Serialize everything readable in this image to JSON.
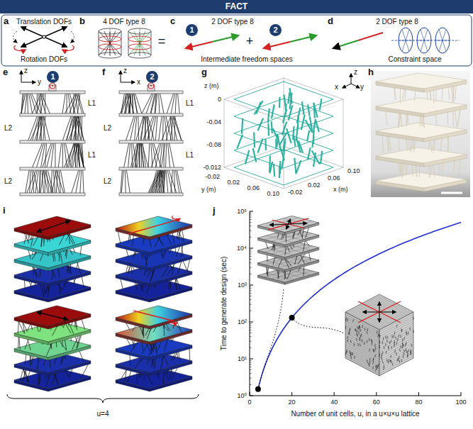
{
  "diagram": {
    "title": "FACT",
    "nodes": [
      {
        "text": [
          "1"
        ]
      },
      {
        "text": [
          "2"
        ]
      },
      {
        "text": [
          "1"
        ]
      },
      {
        "text": [
          "2"
        ]
      }
    ],
    "labels": [
      "a",
      "Translation DOFs",
      "Rotation DOFs",
      "b",
      "4 DOF type 8",
      "=",
      "c",
      "2 DOF type 8",
      "+",
      "Intermediate freedom spaces",
      "d",
      "2 DOF type 8",
      "Constraint space",
      "e",
      "z",
      "y",
      "L1",
      "L2",
      "L1",
      "L2",
      "f",
      "z",
      "x",
      "L1",
      "L2",
      "L1",
      "L2",
      "g",
      "z",
      "x",
      "y",
      "0",
      "-0.04",
      "-0.08",
      "-0.012",
      "z (m)",
      "-0.02",
      "0.02",
      "0.06",
      "0.10",
      "y (m)",
      "-0.02",
      "0.02",
      "0.06",
      "0.10",
      "x (m)",
      "h",
      "i",
      "u=4",
      "j",
      "10⁰",
      "10¹",
      "10²",
      "10³",
      "10⁴",
      "10⁵",
      "0",
      "20",
      "40",
      "60",
      "80",
      "100",
      "Time to generate design (sec)",
      "Number of unit cells, u, in a u×u×u lattice"
    ]
  }
}
